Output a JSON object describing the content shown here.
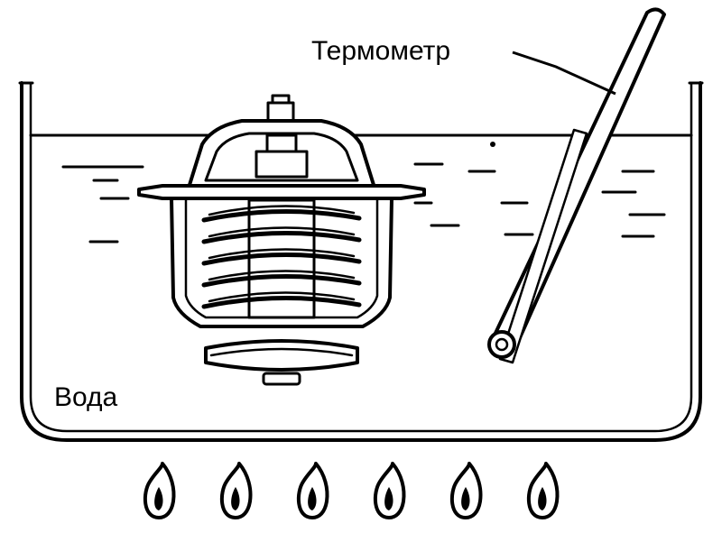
{
  "labels": {
    "thermometer": "Термометр",
    "water": "Вода"
  },
  "burners": {
    "count": 6
  },
  "colors": {
    "ink": "#000000",
    "background": "#ffffff"
  }
}
